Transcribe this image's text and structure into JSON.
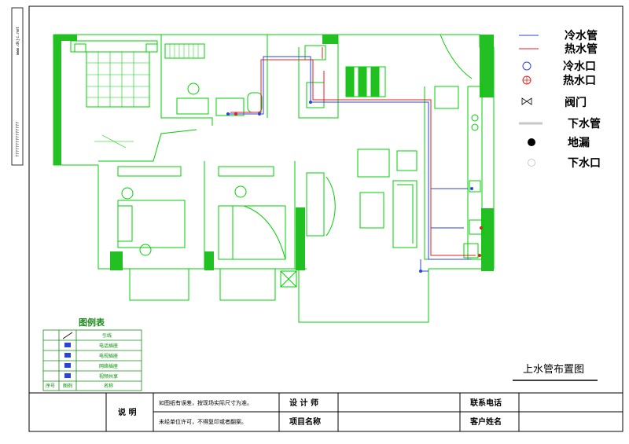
{
  "drawing_title": "上水管布置图",
  "side_label": "www.dkjc.net",
  "side_label2": "???????????????",
  "legend": [
    {
      "icon": "cold-water-pipe-icon",
      "label": "冷水管",
      "color": "#2a45d8"
    },
    {
      "icon": "hot-water-pipe-icon",
      "label": "热水管",
      "color": "#e02020"
    },
    {
      "icon": "cold-water-outlet-icon",
      "label": "冷水口",
      "color": "#2a45d8"
    },
    {
      "icon": "hot-water-outlet-icon",
      "label": "热水口",
      "color": "#e02020"
    },
    {
      "icon": "valve-icon",
      "label": "阀门",
      "color": "#000000"
    },
    {
      "icon": "drain-pipe-icon",
      "label": "下水管",
      "color": "#c8c8c8"
    },
    {
      "icon": "floor-drain-icon",
      "label": "地漏",
      "color": "#000000"
    },
    {
      "icon": "drain-outlet-icon",
      "label": "下水口",
      "color": "#c8c8c8"
    }
  ],
  "symbol_table": {
    "title": "图例表",
    "rows": [
      {
        "label": "引线"
      },
      {
        "label": "电话插座"
      },
      {
        "label": "电视插座"
      },
      {
        "label": "网络插座"
      },
      {
        "label": "视频共享"
      }
    ],
    "footer": {
      "col1": "序号",
      "col2": "图例",
      "col3": "名称"
    }
  },
  "title_block": {
    "note_label": "说 明",
    "note_line1": "如图纸有误差，按现场实际尺寸为准。",
    "note_line2": "未经单位许可，不得复印或者翻案。",
    "designer_label": "设 计 师",
    "project_label": "项目名称",
    "phone_label": "联系电话",
    "client_label": "客户姓名"
  },
  "colors": {
    "wall": "#00d000",
    "wall_fill": "#22c022",
    "cold": "#2a45d8",
    "hot": "#e02020",
    "drain": "#c8c8c8"
  }
}
